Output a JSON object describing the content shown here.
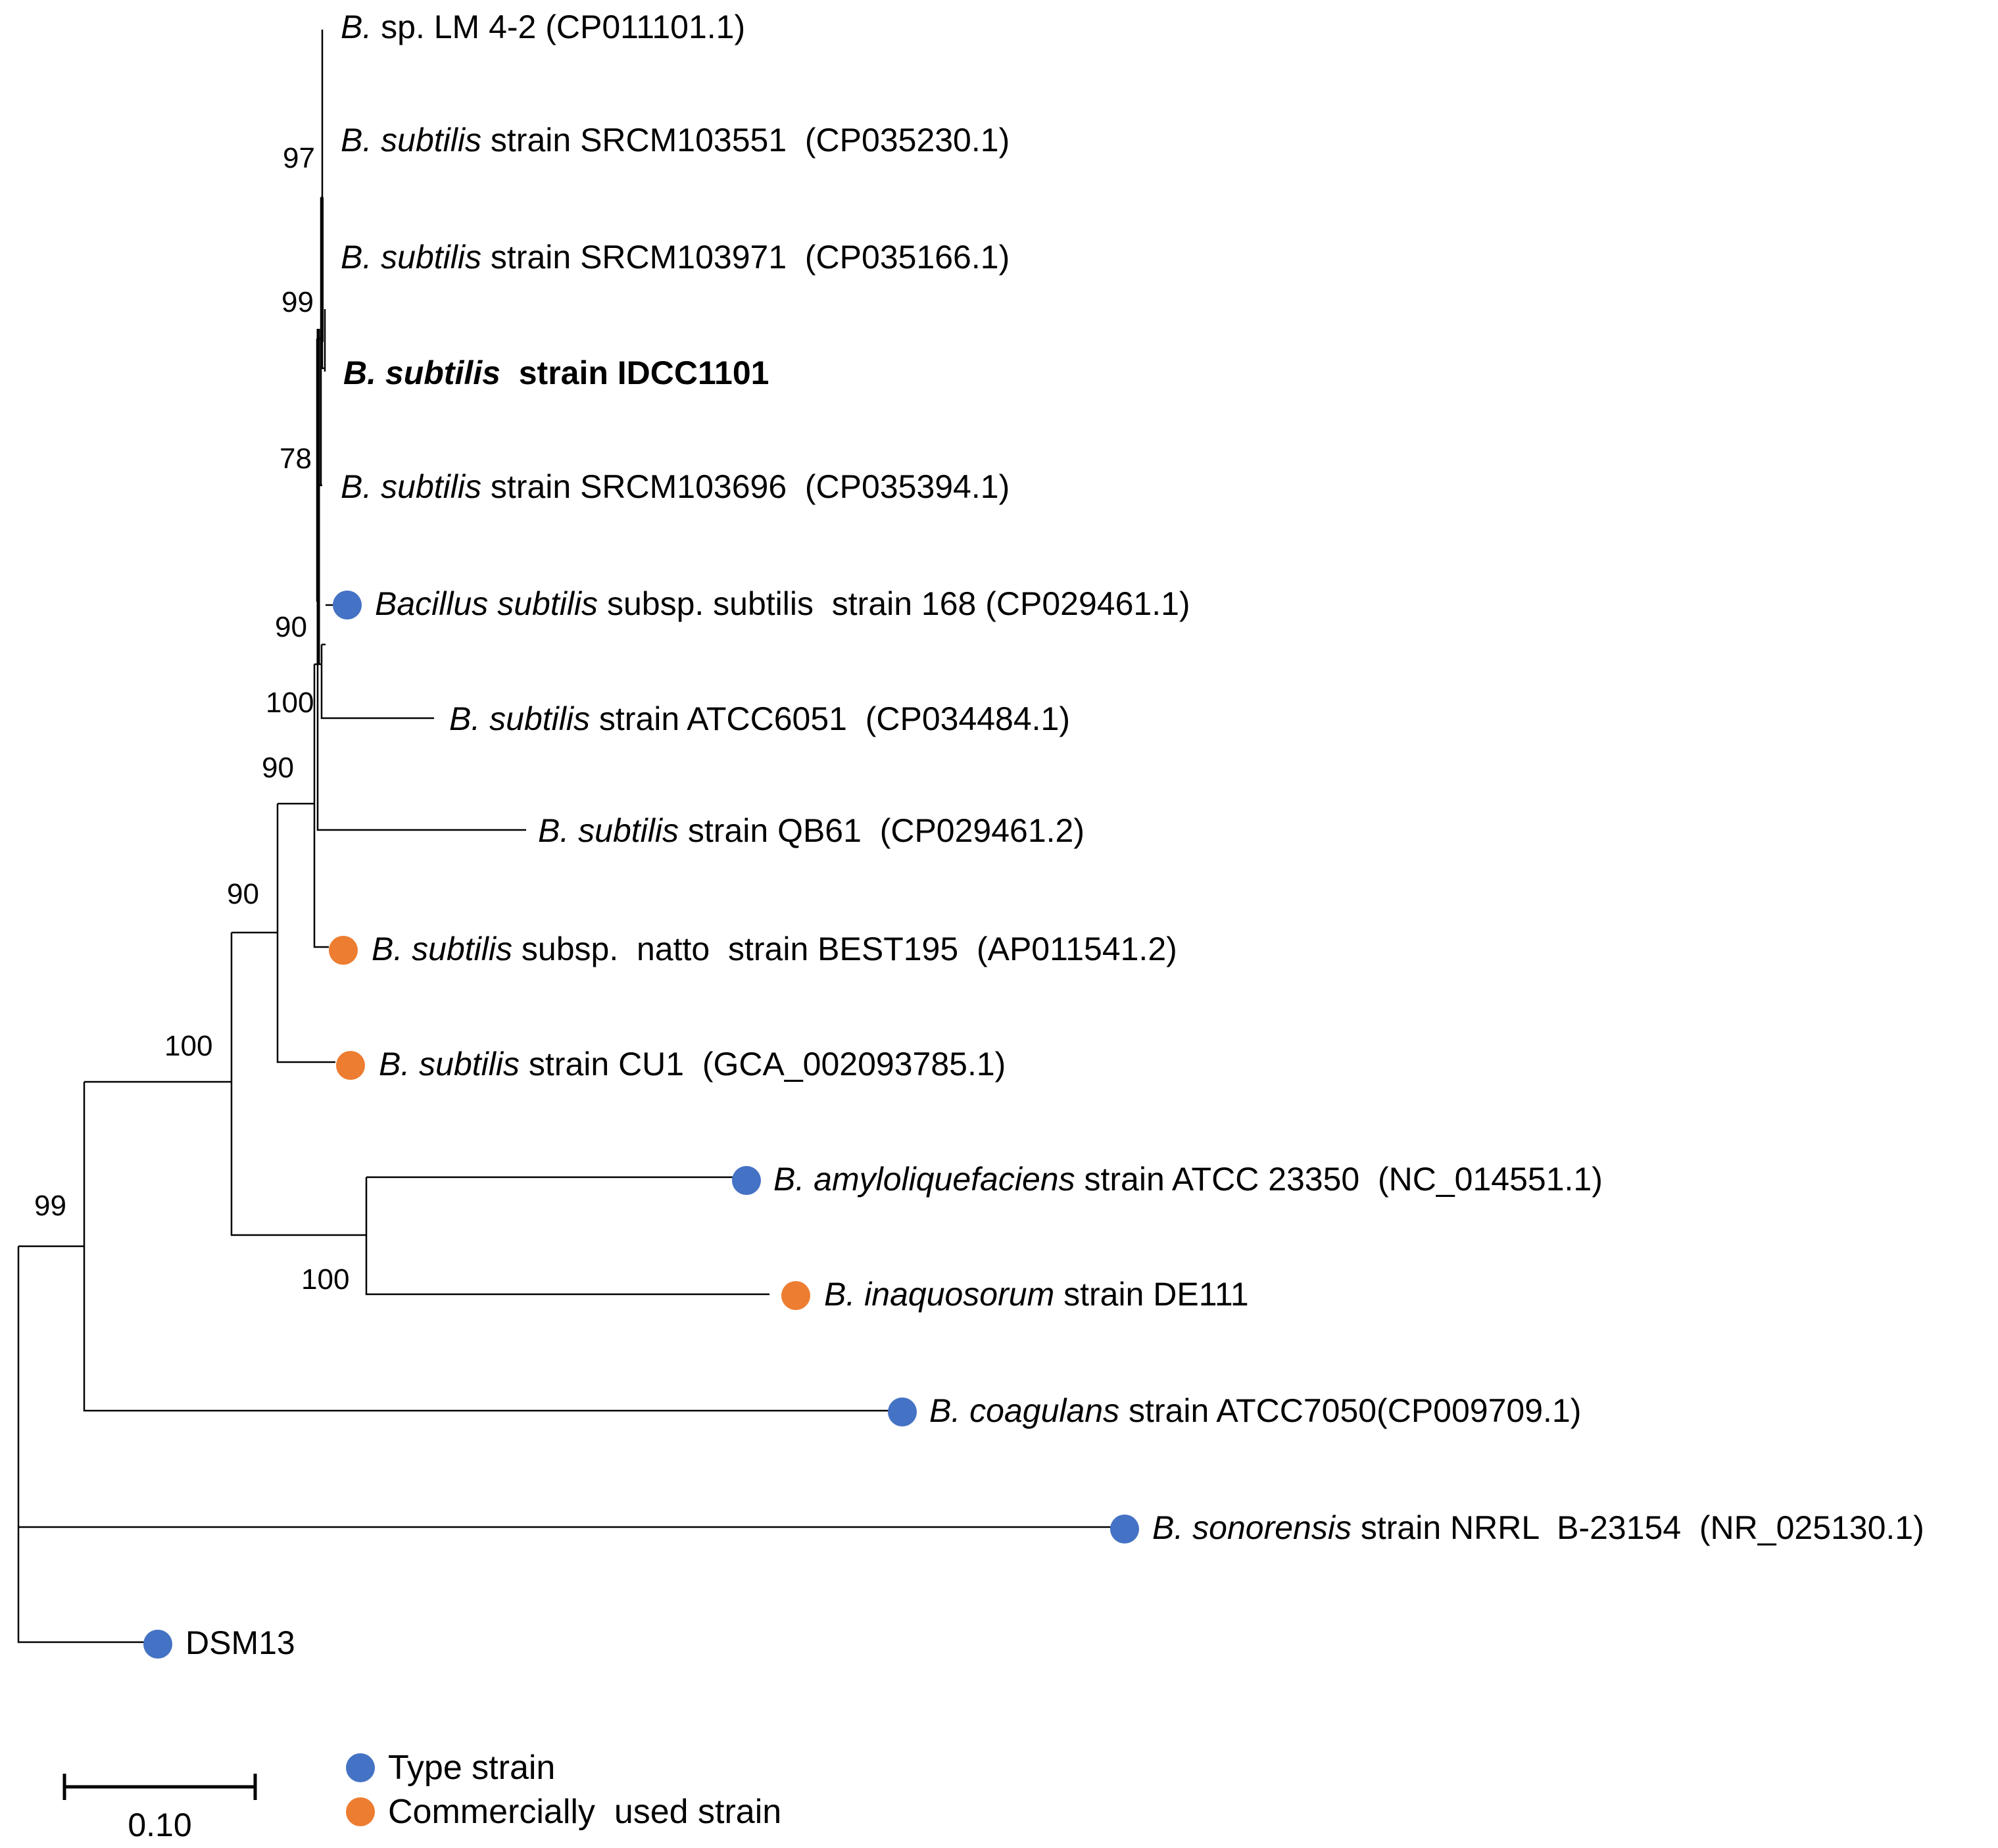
{
  "colors": {
    "type_strain": "#4472C4",
    "commercial_strain": "#ED7D31",
    "line": "#000000"
  },
  "leaves": [
    {
      "genus": "B.",
      "species": "",
      "rest": "sp. LM 4-2 (CP011101.1)",
      "bold": false,
      "marker": "none"
    },
    {
      "genus": "B.",
      "species": "subtilis",
      "rest": "strain SRCM103551  (CP035230.1)",
      "bold": false,
      "marker": "none"
    },
    {
      "genus": "B.",
      "species": "subtilis",
      "rest": "strain SRCM103971  (CP035166.1)",
      "bold": false,
      "marker": "none"
    },
    {
      "genus": "B.",
      "species": "subtilis",
      "rest": "strain IDCC1101",
      "bold": true,
      "marker": "none"
    },
    {
      "genus": "B.",
      "species": "subtilis",
      "rest": "strain SRCM103696  (CP035394.1)",
      "bold": false,
      "marker": "none"
    },
    {
      "genus": "Bacillus",
      "species": "subtilis",
      "rest": "subsp. subtilis  strain 168 (CP029461.1)",
      "bold": false,
      "marker": "type"
    },
    {
      "genus": "B.",
      "species": "subtilis",
      "rest": "strain ATCC6051  (CP034484.1)",
      "bold": false,
      "marker": "none"
    },
    {
      "genus": "B.",
      "species": "subtilis",
      "rest": "strain QB61  (CP029461.2)",
      "bold": false,
      "marker": "none"
    },
    {
      "genus": "B.",
      "species": "subtilis",
      "rest": "subsp.  natto  strain BEST195  (AP011541.2)",
      "bold": false,
      "marker": "commercial"
    },
    {
      "genus": "B.",
      "species": "subtilis",
      "rest": "strain CU1  (GCA_002093785.1)",
      "bold": false,
      "marker": "commercial"
    },
    {
      "genus": "B.",
      "species": "amyloliquefaciens",
      "rest": "strain ATCC 23350  (NC_014551.1)",
      "bold": false,
      "marker": "type"
    },
    {
      "genus": "B.",
      "species": "inaquosorum",
      "rest": "strain DE111",
      "bold": false,
      "marker": "commercial"
    },
    {
      "genus": "B.",
      "species": "coagulans",
      "rest": "strain ATCC7050(CP009709.1)",
      "bold": false,
      "marker": "type"
    },
    {
      "genus": "B.",
      "species": "sonorensis",
      "rest": "strain NRRL  B-23154  (NR_025130.1)",
      "bold": false,
      "marker": "type"
    },
    {
      "genus": "",
      "species": "",
      "rest": "DSM13",
      "bold": false,
      "marker": "type"
    }
  ],
  "bootstrap_values": [
    "97",
    "99",
    "78",
    "90",
    "100",
    "90",
    "90",
    "100",
    "99",
    "100"
  ],
  "scale_bar": {
    "label": "0.10"
  },
  "legend": [
    {
      "label": "Type strain",
      "color": "#4472C4"
    },
    {
      "label": "Commercially  used strain",
      "color": "#ED7D31"
    }
  ]
}
